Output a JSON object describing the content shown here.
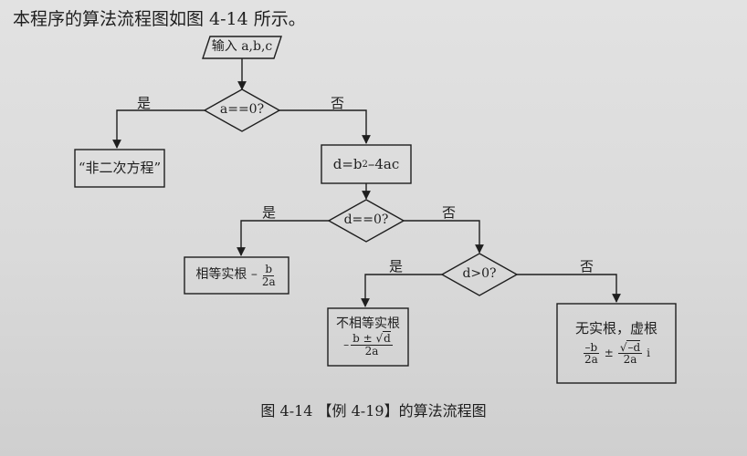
{
  "intro": "本程序的算法流程图如图 4-14 所示。",
  "caption": "图 4-14 【例 4-19】的算法流程图",
  "labels": {
    "yes": "是",
    "no": "否"
  },
  "nodes": {
    "input": "输入 a,b,c",
    "cond_a": "a==0?",
    "not_quadratic": "“非二次方程”",
    "discriminant": {
      "lhs": "d=b",
      "exp": "2",
      "rhs": "–4ac"
    },
    "cond_d_zero": "d==0?",
    "equal_roots": {
      "text": "相等实根 –",
      "num": "b",
      "den": "2a"
    },
    "cond_d_pos": "d>0?",
    "unequal_roots": {
      "text": "不相等实根",
      "sign": "–",
      "num_b": "b ±",
      "num_sqrt": "d",
      "den": "2a"
    },
    "no_real_roots": {
      "text": "无实根，虚根",
      "num1": "–b",
      "den1": "2a",
      "pm": "±",
      "num2": "–d",
      "den2": "2a",
      "i": "i"
    }
  }
}
